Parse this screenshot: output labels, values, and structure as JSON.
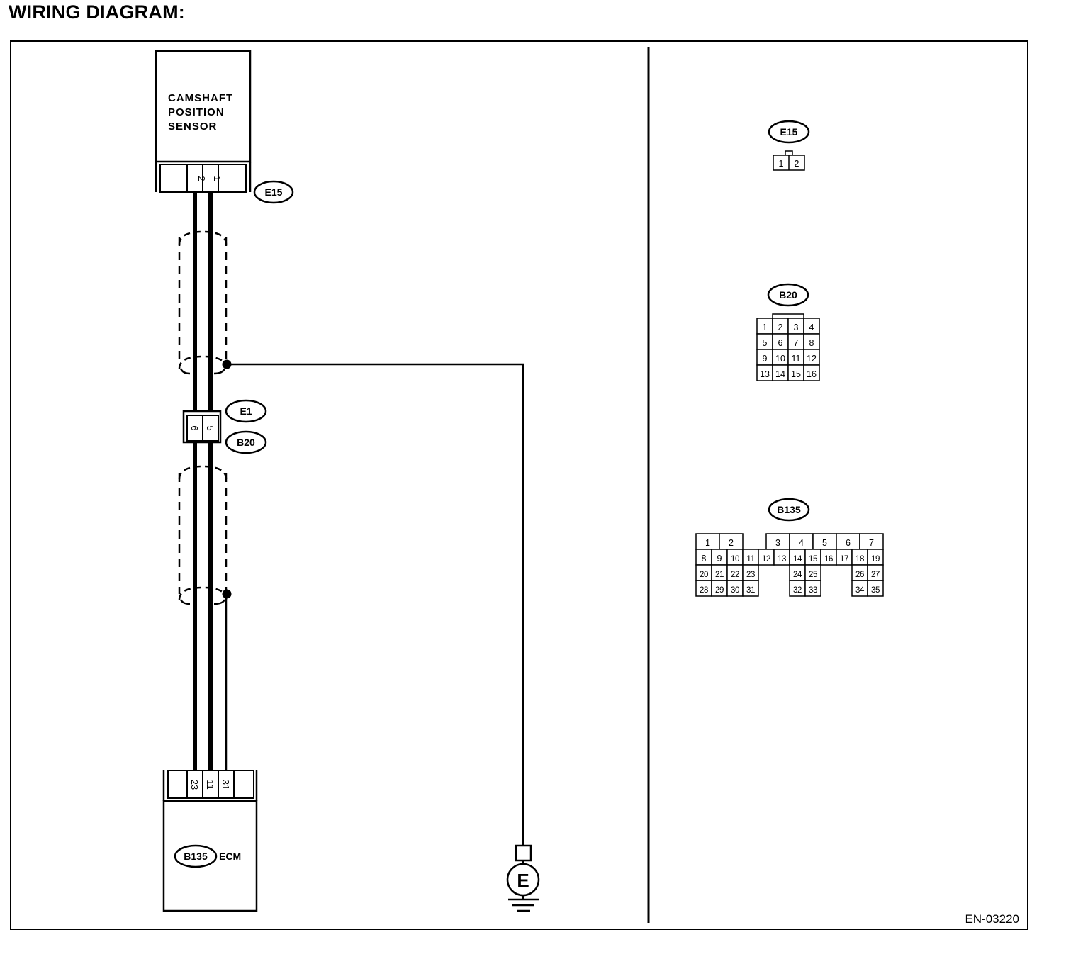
{
  "title": "WIRING DIAGRAM:",
  "diagram_code": "EN-03220",
  "sensor": {
    "lines": [
      "CAMSHAFT",
      "POSITION",
      "SENSOR"
    ],
    "connector": "E15",
    "pins": [
      "2",
      "1"
    ]
  },
  "junction": {
    "connector_top": "E1",
    "connector_bottom": "B20",
    "pins": [
      "6",
      "5"
    ]
  },
  "ecm": {
    "connector": "B135",
    "label": "ECM",
    "pins": [
      "23",
      "11",
      "31"
    ]
  },
  "ground": {
    "label": "E"
  },
  "connector_views": [
    {
      "id": "E15",
      "rows": [
        [
          "1",
          "2"
        ]
      ]
    },
    {
      "id": "B20",
      "rows": [
        [
          "1",
          "2",
          "3",
          "4"
        ],
        [
          "5",
          "6",
          "7",
          "8"
        ],
        [
          "9",
          "10",
          "11",
          "12"
        ],
        [
          "13",
          "14",
          "15",
          "16"
        ]
      ]
    },
    {
      "id": "B135",
      "row1": [
        "1",
        "2",
        "3",
        "4",
        "5",
        "6",
        "7"
      ],
      "row2": [
        "8",
        "9",
        "10",
        "11",
        "12",
        "13",
        "14",
        "15",
        "16",
        "17",
        "18",
        "19"
      ],
      "row3": [
        "20",
        "21",
        "22",
        "23",
        "24",
        "25",
        "26",
        "27"
      ],
      "row4": [
        "28",
        "29",
        "30",
        "31",
        "32",
        "33",
        "34",
        "35"
      ]
    }
  ]
}
